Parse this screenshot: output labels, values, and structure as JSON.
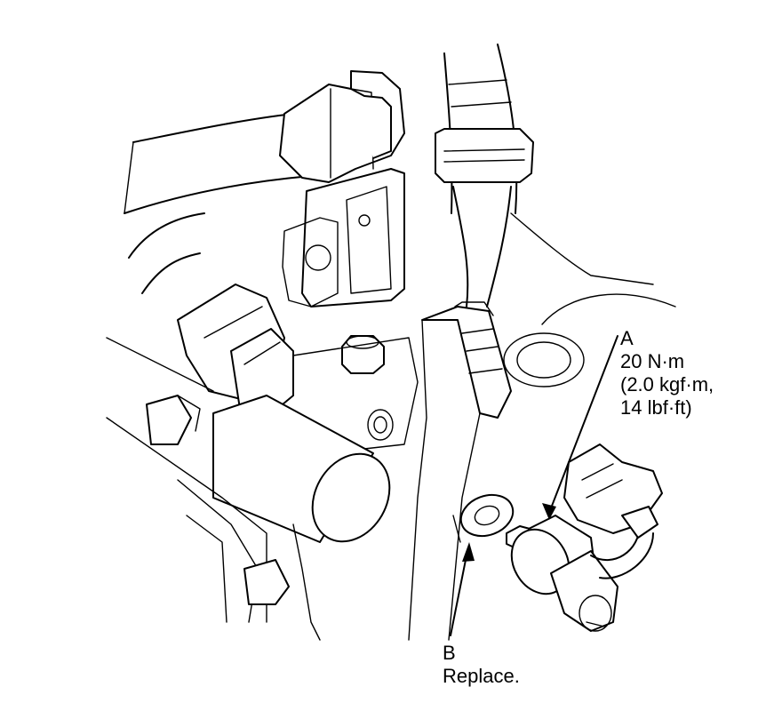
{
  "callouts": {
    "a": {
      "letter": "A",
      "line1": "20 N·m",
      "line2": "(2.0 kgf·m,",
      "line3": "14 lbf·ft)"
    },
    "b": {
      "letter": "B",
      "text": "Replace."
    }
  }
}
